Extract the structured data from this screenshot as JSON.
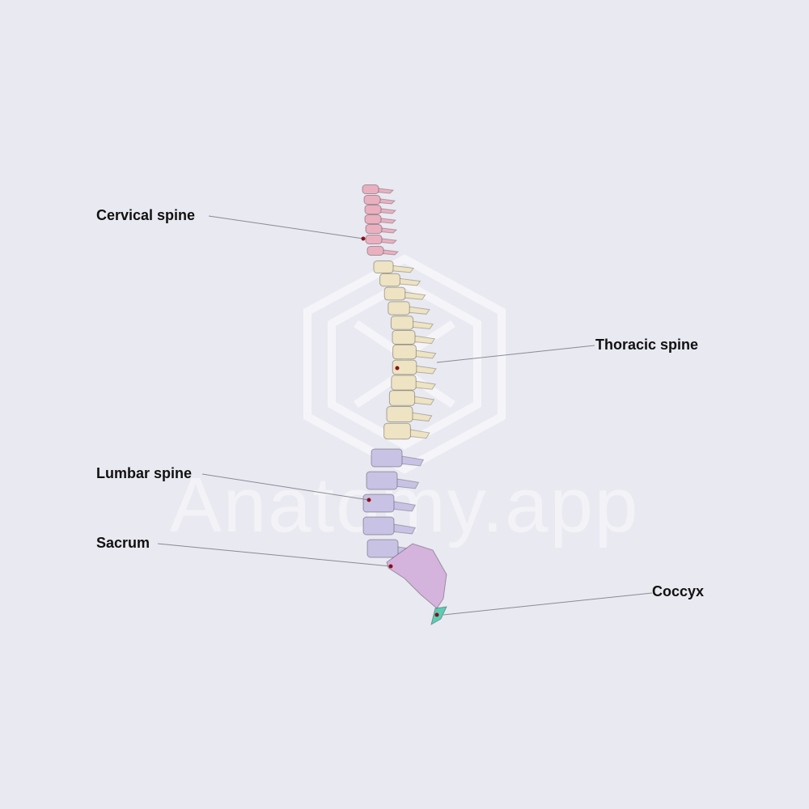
{
  "title": "Vertebral column - lateral view",
  "watermark": "Anatomy.app",
  "labels": {
    "cervical": "Cervical spine",
    "thoracic": "Thoracic spine",
    "lumbar": "Lumbar spine",
    "sacrum": "Sacrum",
    "coccyx": "Coccyx"
  },
  "colors": {
    "background": "#e9e9f1",
    "cervical": "#eab0c0",
    "thoracic": "#eee3c2",
    "lumbar": "#c8c2e4",
    "sacrum": "#d4b3dc",
    "coccyx": "#5ccdb3",
    "pin": "#8b0f1a",
    "leader": "#8a8a96"
  }
}
